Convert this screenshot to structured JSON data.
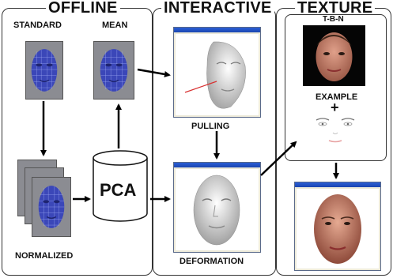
{
  "sections": {
    "offline": "OFFLINE",
    "interactive": "INTERACTIVE",
    "texture": "TEXTURE"
  },
  "labels": {
    "standard": "STANDARD",
    "mean": "MEAN",
    "normalized": "NORMALIZED",
    "pulling": "PULLING",
    "deformation": "DEFORMATION",
    "tbn": "T-B-N",
    "example": "EXAMPLE",
    "plus": "+",
    "pca": "PCA"
  }
}
